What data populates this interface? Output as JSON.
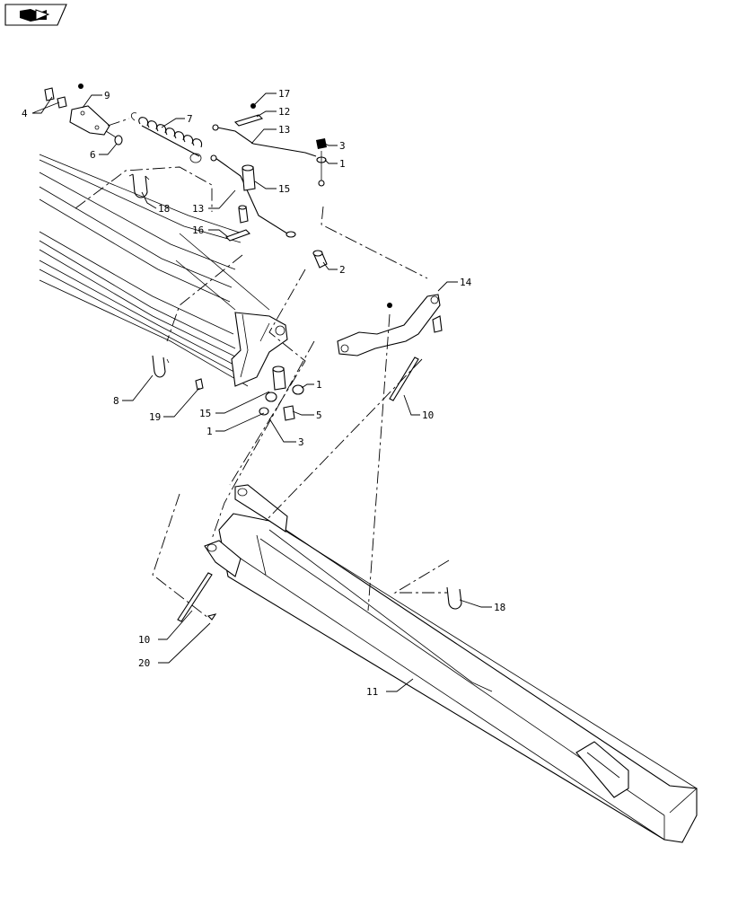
{
  "nav_button": {
    "icon": "page-nav-arrow-icon"
  },
  "callouts": [
    {
      "id": "c4",
      "label": "4"
    },
    {
      "id": "c9",
      "label": "9"
    },
    {
      "id": "c7",
      "label": "7"
    },
    {
      "id": "c6",
      "label": "6"
    },
    {
      "id": "c17",
      "label": "17"
    },
    {
      "id": "c12",
      "label": "12"
    },
    {
      "id": "c13a",
      "label": "13"
    },
    {
      "id": "c3a",
      "label": "3"
    },
    {
      "id": "c1a",
      "label": "1"
    },
    {
      "id": "c15a",
      "label": "15"
    },
    {
      "id": "c18a",
      "label": "18"
    },
    {
      "id": "c13b",
      "label": "13"
    },
    {
      "id": "c16",
      "label": "16"
    },
    {
      "id": "c2",
      "label": "2"
    },
    {
      "id": "c14",
      "label": "14"
    },
    {
      "id": "c8",
      "label": "8"
    },
    {
      "id": "c19",
      "label": "19"
    },
    {
      "id": "c15b",
      "label": "15"
    },
    {
      "id": "c1b",
      "label": "1"
    },
    {
      "id": "c1c",
      "label": "1"
    },
    {
      "id": "c5",
      "label": "5"
    },
    {
      "id": "c3b",
      "label": "3"
    },
    {
      "id": "c10a",
      "label": "10"
    },
    {
      "id": "c18b",
      "label": "18"
    },
    {
      "id": "c10b",
      "label": "10"
    },
    {
      "id": "c20",
      "label": "20"
    },
    {
      "id": "c11",
      "label": "11"
    }
  ]
}
